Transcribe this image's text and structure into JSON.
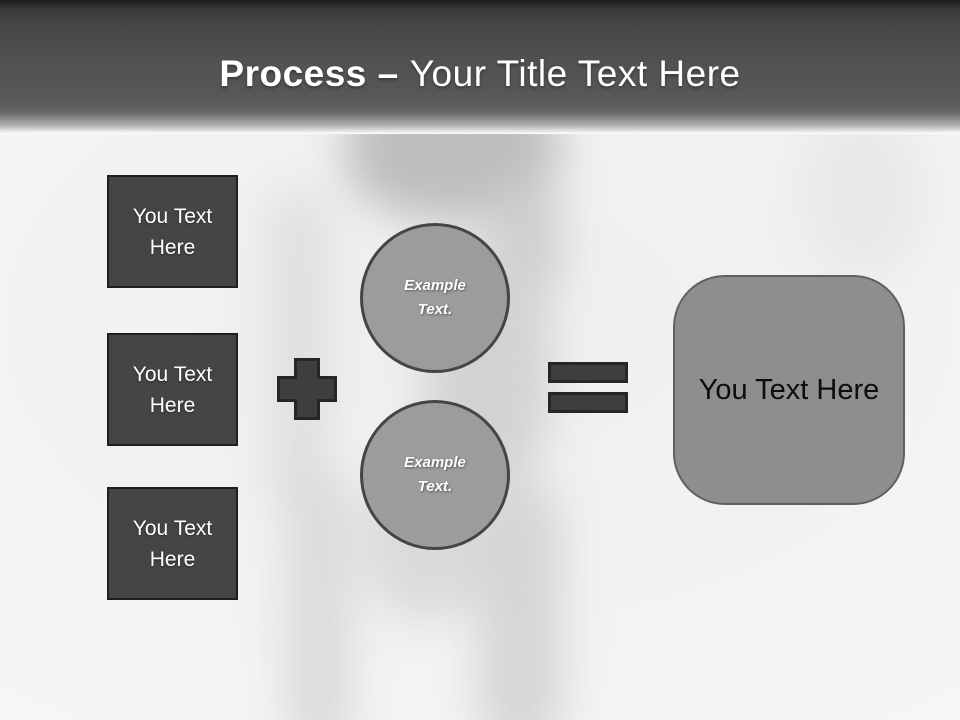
{
  "title": {
    "prefix": "Process –",
    "suffix": "Your Title Text Here"
  },
  "input_boxes": [
    {
      "label": "You Text Here"
    },
    {
      "label": "You Text Here"
    },
    {
      "label": "You Text Here"
    }
  ],
  "example_circles": [
    {
      "label": "Example Text."
    },
    {
      "label": "Example Text."
    }
  ],
  "result_box": {
    "label": "You Text Here"
  },
  "operators": {
    "plus": "plus-sign",
    "equals": "equals-sign"
  },
  "colors": {
    "header_top": "#1c1c1c",
    "header_mid": "#565656",
    "box_fill": "#454545",
    "box_border": "#1f1f1f",
    "circle_fill": "#9c9c9c",
    "circle_border": "#454545",
    "operator_fill": "#3e3e3e",
    "operator_border": "#262626",
    "result_fill": "#8e8e8e",
    "result_border": "#606060",
    "text_light": "#ffffff",
    "text_dark": "#0d0d0d",
    "background": "#f4f4f4",
    "silhouette": "#cccccc"
  }
}
